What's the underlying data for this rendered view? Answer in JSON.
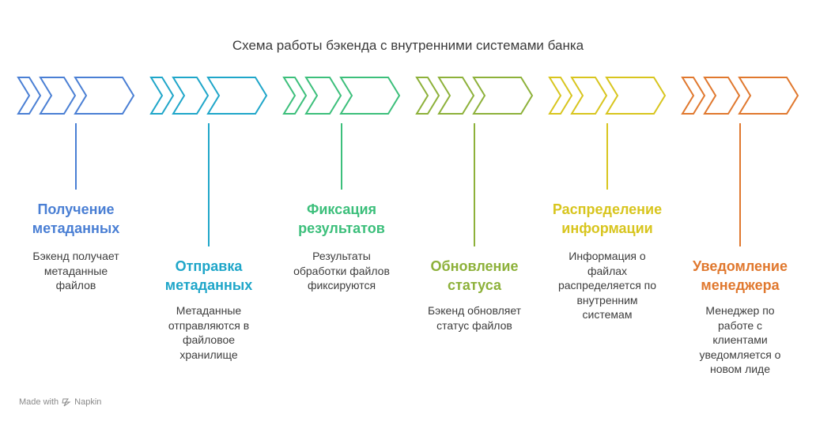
{
  "title": "Схема работы бэкенда с внутренними системами банка",
  "steps": [
    {
      "title_line1": "Получение",
      "title_line2": "метаданных",
      "desc_lines": [
        "Бэкенд получает",
        "метаданные",
        "файлов"
      ],
      "color": "#4a7fd4"
    },
    {
      "title_line1": "Отправка",
      "title_line2": "метаданных",
      "desc_lines": [
        "Метаданные",
        "отправляются в",
        "файловое",
        "хранилище"
      ],
      "color": "#1fa6c9"
    },
    {
      "title_line1": "Фиксация",
      "title_line2": "результатов",
      "desc_lines": [
        "Результаты",
        "обработки файлов",
        "фиксируются"
      ],
      "color": "#3cbf7b"
    },
    {
      "title_line1": "Обновление",
      "title_line2": "статуса",
      "desc_lines": [
        "Бэкенд обновляет",
        "статус файлов"
      ],
      "color": "#8db13a"
    },
    {
      "title_line1": "Распределение",
      "title_line2": "информации",
      "desc_lines": [
        "Информация о",
        "файлах",
        "распределяется по",
        "внутренним",
        "системам"
      ],
      "color": "#d8c51e"
    },
    {
      "title_line1": "Уведомление",
      "title_line2": "менеджера",
      "desc_lines": [
        "Менеджер по",
        "работе с",
        "клиентами",
        "уведомляется о",
        "новом лиде"
      ],
      "color": "#e0782e"
    }
  ],
  "footer": {
    "made_with": "Made with",
    "brand": "Napkin",
    "logo_icon": "napkin-logo-icon"
  }
}
